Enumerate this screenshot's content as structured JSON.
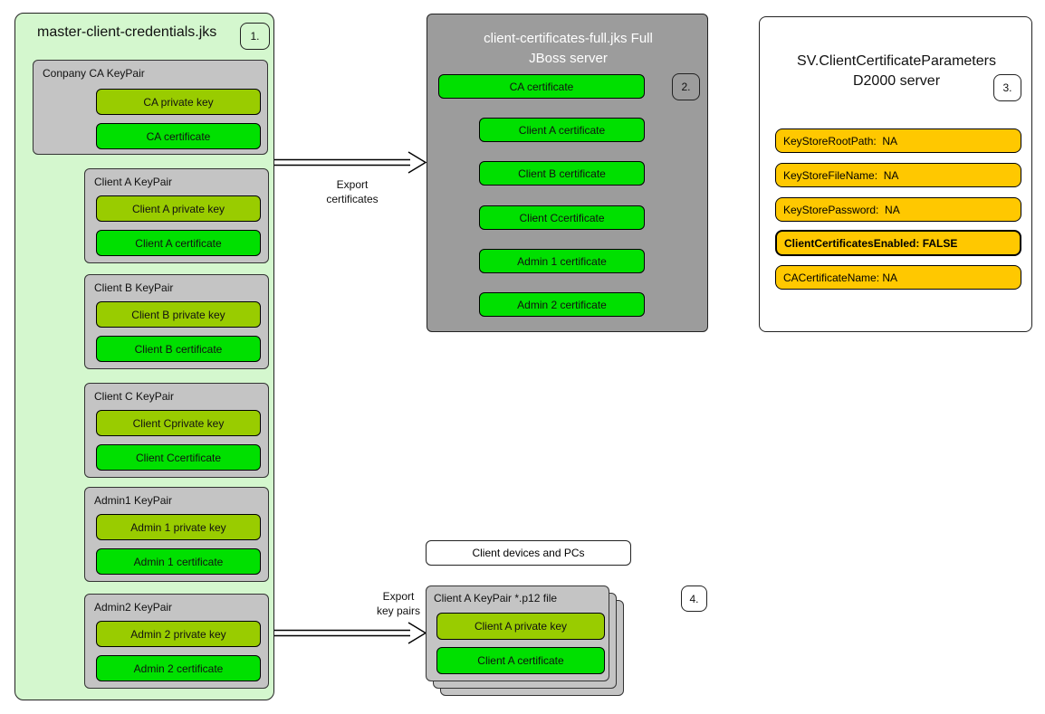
{
  "master": {
    "title": "master-client-credentials.jks",
    "badge": "1.",
    "ca_group": {
      "title": "Conpany CA KeyPair",
      "private_key": "CA private key",
      "certificate": "CA certificate"
    },
    "groups": [
      {
        "title": "Client A KeyPair",
        "private_key": "Client A private key",
        "certificate": "Client A certificate"
      },
      {
        "title": "Client B KeyPair",
        "private_key": "Client B private key",
        "certificate": "Client B certificate"
      },
      {
        "title": "Client C KeyPair",
        "private_key": "Client Cprivate key",
        "certificate": "Client Ccertificate"
      },
      {
        "title": "Admin1 KeyPair",
        "private_key": "Admin 1 private key",
        "certificate": "Admin 1 certificate"
      },
      {
        "title": "Admin2 KeyPair",
        "private_key": "Admin 2 private key",
        "certificate": "Admin 2 certificate"
      }
    ]
  },
  "jboss": {
    "title_line1": "client-certificates-full.jks Full",
    "title_line2": "JBoss server",
    "badge": "2.",
    "ca_certificate": "CA certificate",
    "certificates": [
      "Client A certificate",
      "Client B certificate",
      "Client Ccertificate",
      "Admin 1 certificate",
      "Admin 2 certificate"
    ]
  },
  "d2000": {
    "title_line1": "SV.ClientCertificateParameters",
    "title_line2": "D2000 server",
    "badge": "3.",
    "parameters": [
      {
        "label": "KeyStoreRootPath:  NA"
      },
      {
        "label": "KeyStoreFileName:  NA"
      },
      {
        "label": "KeyStorePassword:  NA"
      },
      {
        "label": "ClientCertificatesEnabled: FALSE"
      },
      {
        "label": "CACertificateName: NA"
      }
    ]
  },
  "clients": {
    "devices_label": "Client devices and PCs",
    "badge": "4.",
    "p12": {
      "title": "Client A KeyPair *.p12 file",
      "private_key": "Client A private key",
      "certificate": "Client A certificate"
    }
  },
  "arrows": {
    "export_certificates": {
      "line1": "Export",
      "line2": "certificates"
    },
    "export_key_pairs": {
      "line1": "Export",
      "line2": "key pairs"
    }
  },
  "colors": {
    "panel_light_green": "#d4f7ce",
    "server_panel_gray": "#9c9c9c",
    "keypair_group_gray": "#c4c4c4",
    "private_key_olive": "#99cc00",
    "certificate_green": "#00e000",
    "parameter_yellow": "#ffc800"
  }
}
